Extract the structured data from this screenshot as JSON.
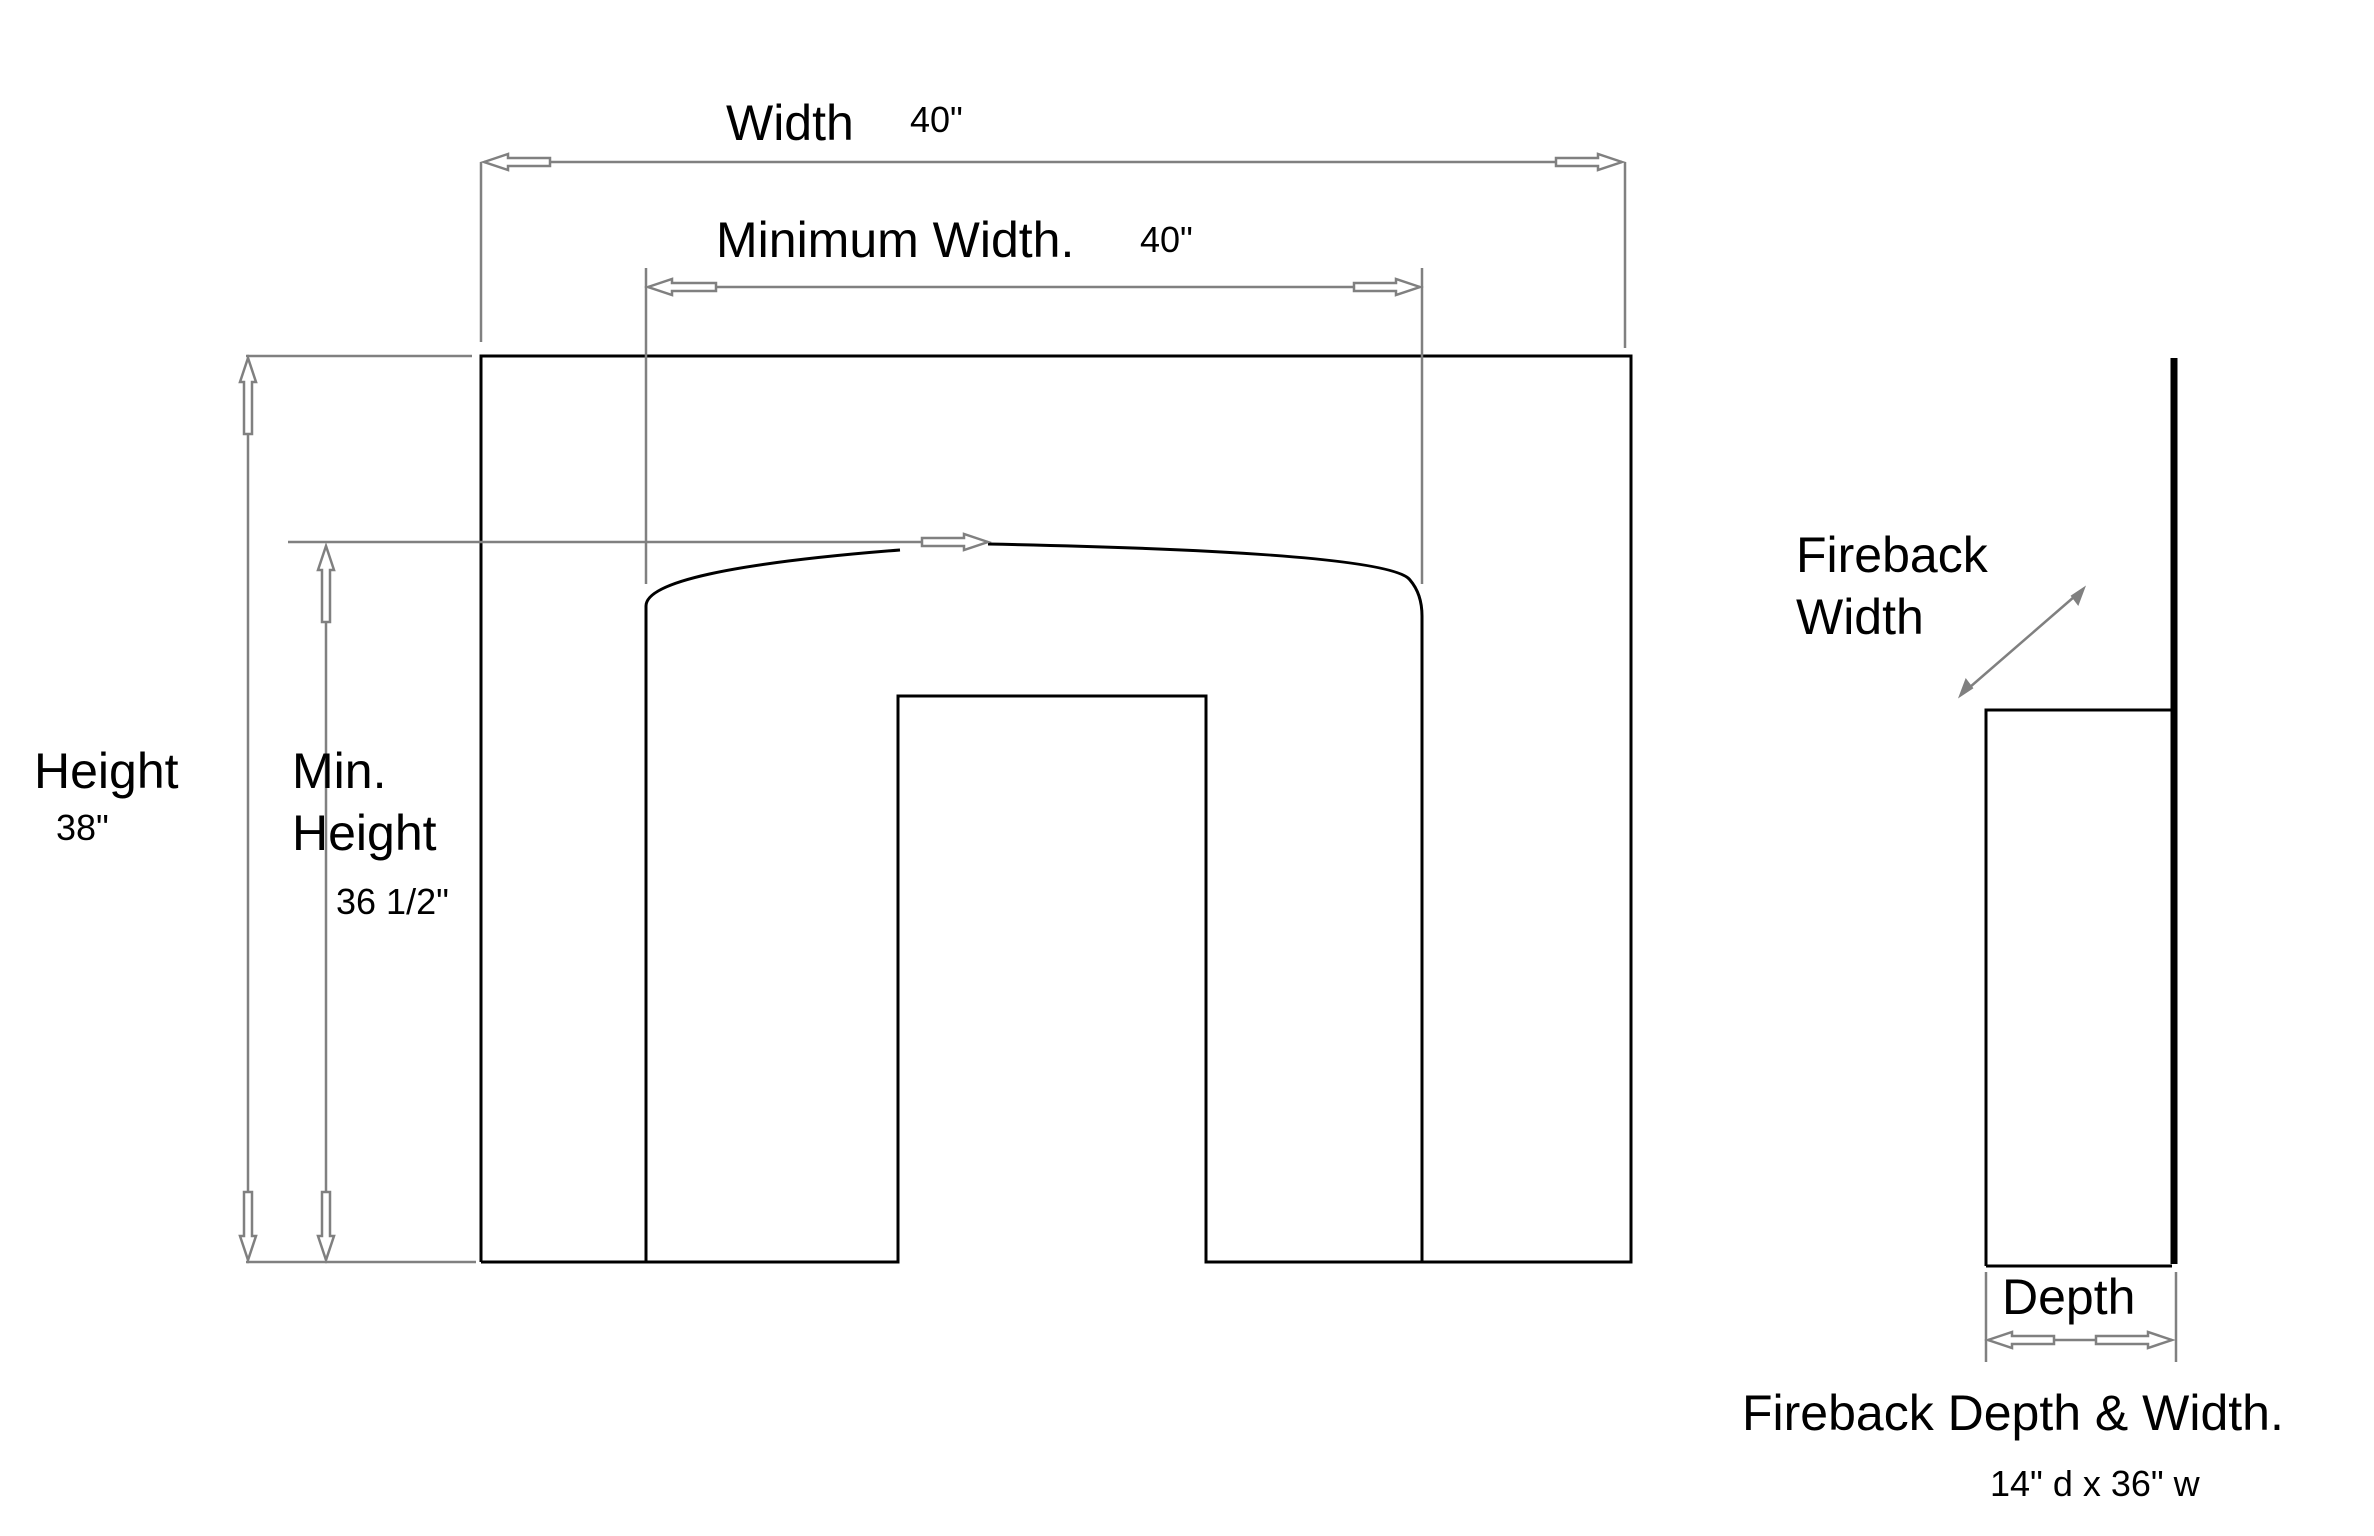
{
  "labels": {
    "width": "Width",
    "width_value": "40\"",
    "min_width": "Minimum Width.",
    "min_width_value": "40\"",
    "height": "Height",
    "height_value": "38\"",
    "min_height_line1": "Min.",
    "min_height_line2": "Height",
    "min_height_value": "36 1/2\"",
    "fireback_width_line1": "Fireback",
    "fireback_width_line2": "Width",
    "depth": "Depth",
    "fireback_depth_width": "Fireback Depth & Width.",
    "fireback_value": "14\" d x  36\" w"
  },
  "colors": {
    "outline": "#000000",
    "dimension_lines": "#808080",
    "background": "#ffffff"
  }
}
